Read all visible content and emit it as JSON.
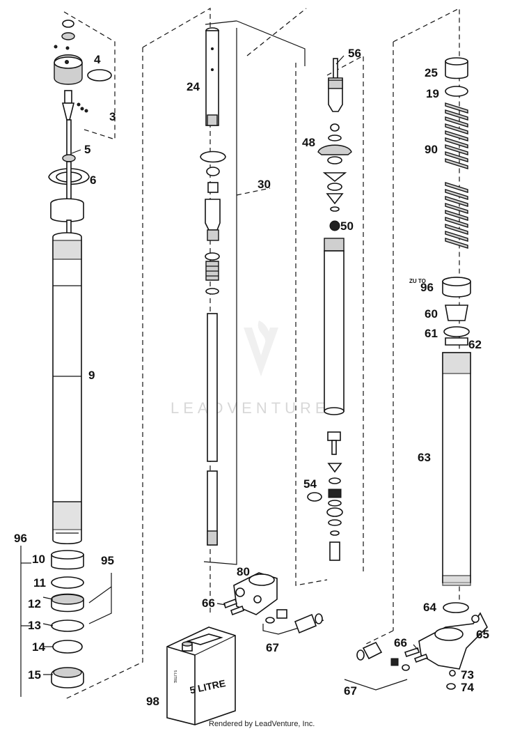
{
  "diagram": {
    "watermark": "LEADVENTURE",
    "footer": "Rendered by LeadVenture, Inc.",
    "can_label": "5 LITRE",
    "can_label_small": "5 LITRE",
    "zu_to": "ZU TO",
    "labels": {
      "l3": "3",
      "l4": "4",
      "l5": "5",
      "l6": "6",
      "l9": "9",
      "l10": "10",
      "l11": "11",
      "l12": "12",
      "l13": "13",
      "l14": "14",
      "l15": "15",
      "l19": "19",
      "l24": "24",
      "l25": "25",
      "l30": "30",
      "l48": "48",
      "l50": "50",
      "l54": "54",
      "l56": "56",
      "l60": "60",
      "l61": "61",
      "l62": "62",
      "l63": "63",
      "l64": "64",
      "l65": "65",
      "l66a": "66",
      "l66b": "66",
      "l67a": "67",
      "l67b": "67",
      "l73": "73",
      "l74": "74",
      "l80": "80",
      "l90": "90",
      "l95": "95",
      "l96a": "96",
      "l96b": "96",
      "l98": "98"
    }
  }
}
